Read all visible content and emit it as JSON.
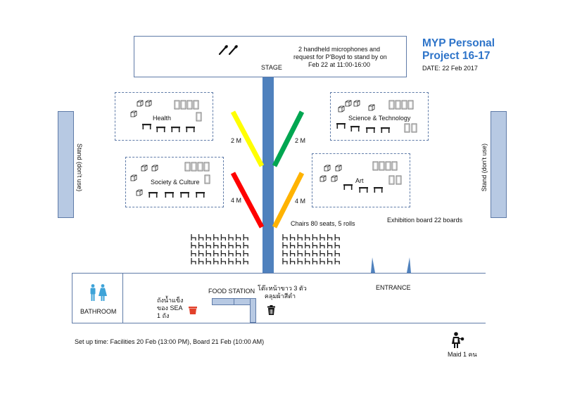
{
  "title": {
    "line1": "MYP Personal",
    "line2": "Project 16-17",
    "date": "DATE: 22 Feb 2017",
    "color": "#2e74c9"
  },
  "stage": {
    "label": "STAGE",
    "note_lines": [
      "2 handheld microphones and",
      "request for P'Boyd to stand by on",
      "Feb 22 at 11:00-16:00"
    ],
    "icons": [
      "microphone-icon",
      "microphone-icon"
    ]
  },
  "zones": [
    {
      "name": "Health",
      "boxes": 3,
      "boards": 5,
      "tables": 4
    },
    {
      "name": "Science & Technology",
      "boxes": 4,
      "boards": 6,
      "tables": 4
    },
    {
      "name": "Society & Culture",
      "boxes": 4,
      "boards": 5,
      "tables": 4
    },
    {
      "name": "Art",
      "boxes": 4,
      "boards": 6,
      "tables": 3
    }
  ],
  "stands": {
    "left": "Stand  (don't use)",
    "right": "Stand  (don't use)"
  },
  "distances": {
    "upper_left": "2 M",
    "upper_right": "2 M",
    "lower_left": "4 M",
    "lower_right": "4 M",
    "colors": {
      "upper_left": "#ffff00",
      "upper_right": "#00a651",
      "lower_left": "#ff0000",
      "lower_right": "#ffb300"
    }
  },
  "chairs": {
    "label": "Chairs 80 seats, 5 rolls",
    "rows": 4,
    "cols_per_side": 8
  },
  "exhibition": {
    "label": "Exhibition board  22 boards"
  },
  "bottom": {
    "entrance": "ENTRANCE",
    "bathroom": "BATHROOM",
    "ice_bucket_lines": [
      "ถังน้ำแข็ง",
      "ของ SEA",
      "1 ถัง"
    ],
    "food_station": "FOOD STATION",
    "table_note_lines": [
      "โต๊ะหน้าขาว 3 ตัว",
      "คลุมผ้าสีดำ"
    ],
    "setup_time": "Set up time: Facilities 20 Feb (13:00 PM), Board  21 Feb (10:00 AM)",
    "maid": "Maid 1 คน"
  },
  "colors": {
    "aisle": "#4f81bd",
    "outline": "#5f7ba8",
    "stand_fill": "#b7c9e3",
    "restroom": "#3ea3d8",
    "bucket": "#e2412b"
  }
}
